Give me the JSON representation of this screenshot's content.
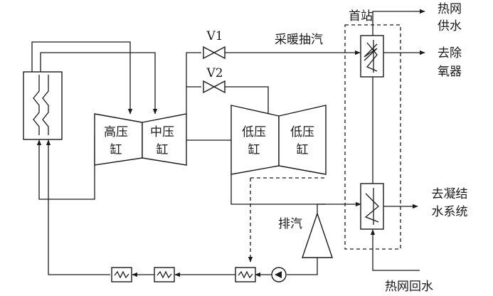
{
  "labels": {
    "v1": "V1",
    "v2": "V2",
    "heating_extraction": "采暖抽汽",
    "head_station": "首站",
    "hp_cylinder_1": "高压",
    "hp_cylinder_2": "缸",
    "ip_cylinder_1": "中压",
    "ip_cylinder_2": "缸",
    "lp_cylinder_a_1": "低压",
    "lp_cylinder_a_2": "缸",
    "lp_cylinder_b_1": "低压",
    "lp_cylinder_b_2": "缸",
    "exhaust": "排汽",
    "heat_supply_1": "热网",
    "heat_supply_2": "供水",
    "to_deaerator_1": "去除",
    "to_deaerator_2": "氧器",
    "to_condensate_1": "去凝结",
    "to_condensate_2": "水系统",
    "heat_return": "热网回水"
  },
  "colors": {
    "line": "#1a1a1a",
    "background": "#ffffff"
  }
}
